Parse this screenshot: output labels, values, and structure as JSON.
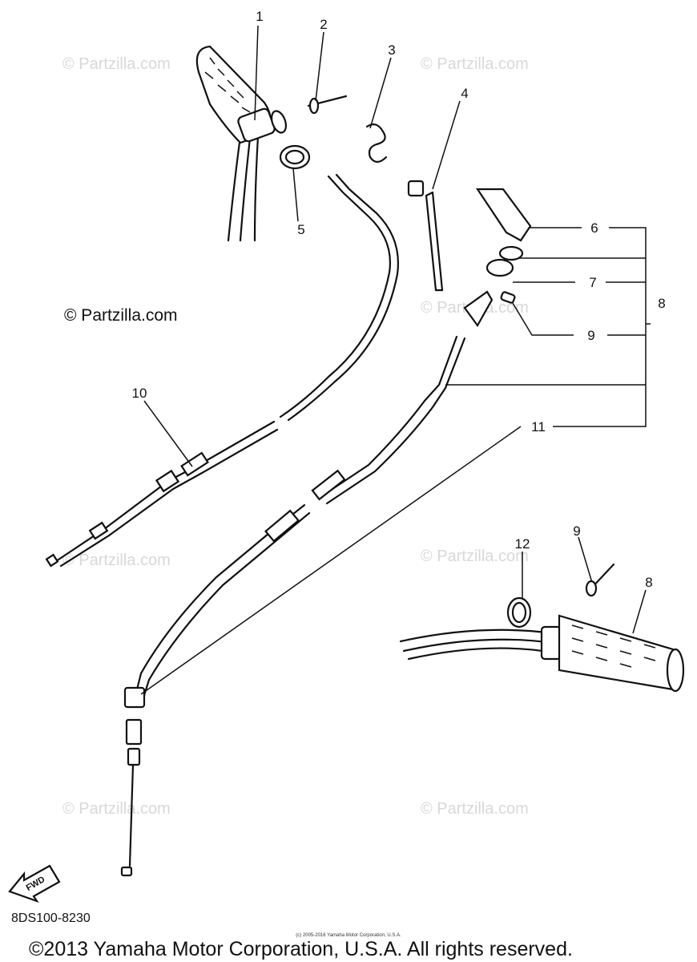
{
  "watermark": "© Partzilla.com",
  "diagram_code": "8DS100-8230",
  "copyright": "©2013 Yamaha Motor Corporation, U.S.A. All rights reserved.",
  "small_copyright": "(c) 2005-2016 Yamaha Motor Corporation, U.S.A.",
  "fwd_label": "FWD",
  "callouts": [
    "1",
    "2",
    "3",
    "4",
    "5",
    "6",
    "7",
    "8",
    "9",
    "10",
    "11",
    "12",
    "8",
    "9"
  ]
}
